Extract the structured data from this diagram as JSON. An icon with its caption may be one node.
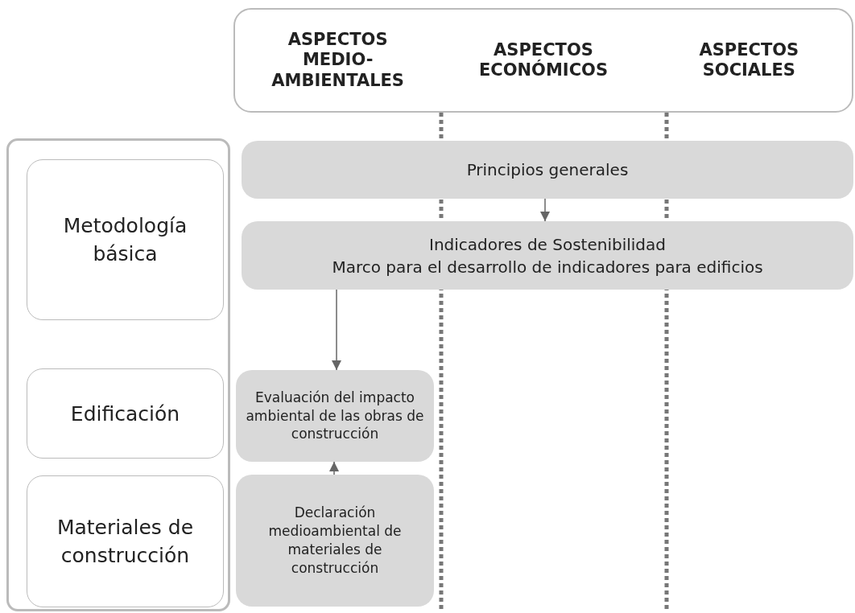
{
  "diagram": {
    "nodes": [
      {
        "text": [
          "ASPECTOS MEDIO-AMBIENTALES",
          "ASPECTOS ECONÓMICOS",
          "ASPECTOS SOCIALES"
        ]
      },
      {
        "text": [],
        "shape": "box"
      },
      {
        "text": [
          "Metodología básica"
        ],
        "in": 1
      },
      {
        "text": [
          "Edificación"
        ],
        "in": 1
      },
      {
        "text": [
          "Materiales de construcción"
        ],
        "in": 1
      },
      {
        "text": [
          "Principios generales"
        ]
      },
      {
        "text": [
          "Indicadores de Sostenibilidad",
          "Marco para el desarrollo de indicadores para edificios"
        ]
      },
      {
        "text": [
          "Evaluación del impacto ambiental de las obras de construcción"
        ]
      },
      {
        "text": [
          "Declaración medioambiental de materiales de construcción"
        ]
      }
    ],
    "edges": [
      {
        "from": 5,
        "to": 6,
        "arrow": "to"
      },
      {
        "from": 6,
        "to": 7,
        "arrow": "to"
      },
      {
        "from": 8,
        "to": 7,
        "arrow": "to"
      }
    ]
  }
}
